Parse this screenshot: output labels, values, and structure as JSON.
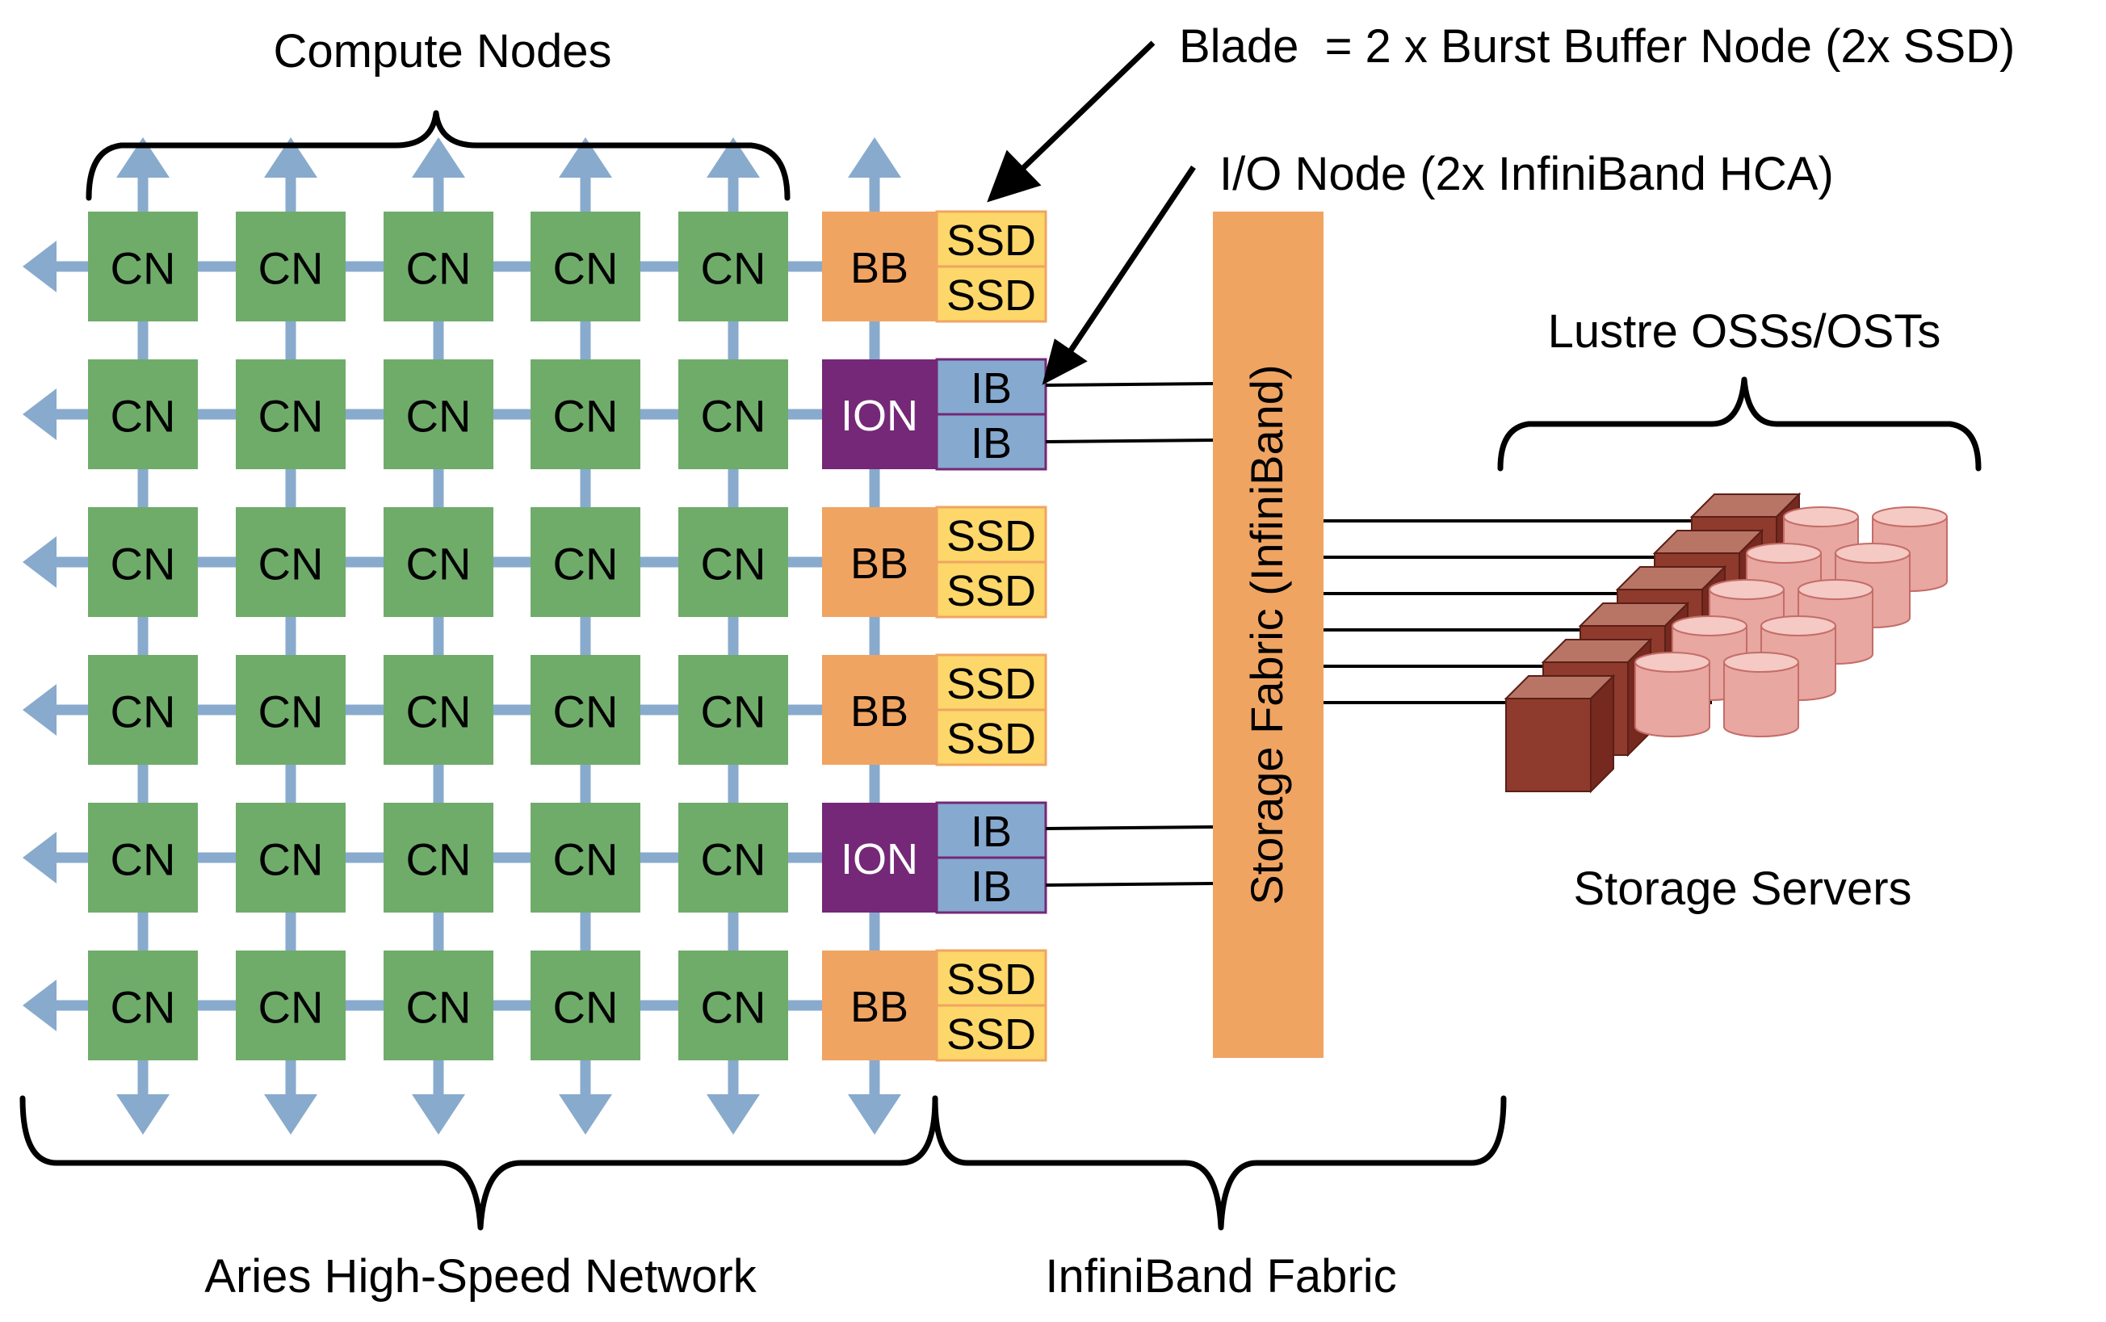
{
  "labels": {
    "compute_nodes": "Compute Nodes",
    "blade": "Blade  = 2 x Burst Buffer Node (2x SSD)",
    "io_node": "I/O Node (2x InfiniBand HCA)",
    "lustre": "Lustre OSSs/OSTs",
    "storage_servers": "Storage Servers",
    "aries": "Aries High-Speed Network",
    "infiniband_fabric": "InfiniBand Fabric",
    "storage_fabric": "Storage Fabric (InfiniBand)"
  },
  "node_labels": {
    "cn": "CN",
    "bb": "BB",
    "ion": "ION",
    "ssd": "SSD",
    "ib": "IB"
  },
  "rows": [
    {
      "type": "bb"
    },
    {
      "type": "ion"
    },
    {
      "type": "bb"
    },
    {
      "type": "bb"
    },
    {
      "type": "ion"
    },
    {
      "type": "bb"
    }
  ],
  "colors": {
    "cn": "#6fac6a",
    "bb": "#f0a462",
    "ion": "#742877",
    "ssd": "#fdd769",
    "ib": "#86a9cf",
    "link": "#88aacd",
    "fabric": "#f0a462",
    "server_front": "#8e3a2c",
    "server_top": "#b87565",
    "server_side": "#76291f",
    "disk_body": "#e8a7a1",
    "disk_top": "#f5c9c4",
    "disk_stroke": "#c46d68"
  }
}
